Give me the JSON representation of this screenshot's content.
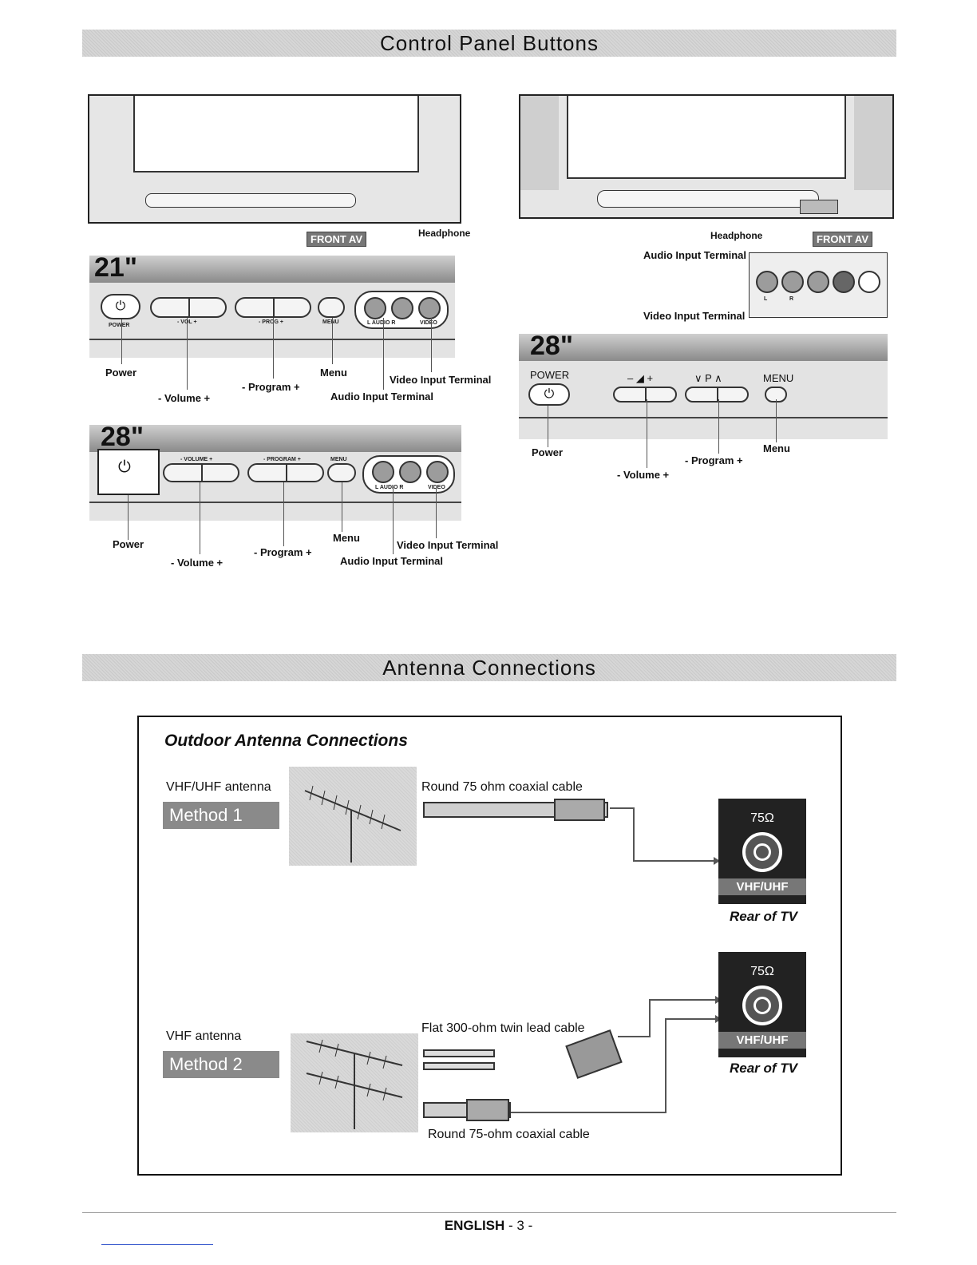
{
  "sections": {
    "control_panel_title": "Control Panel Buttons",
    "antenna_title": "Antenna Connections"
  },
  "panel21": {
    "size": "21\"",
    "front_av": "FRONT AV",
    "headphone": "Headphone",
    "power_small": "POWER",
    "vol_small": "- VOL +",
    "prog_small": "- PROG +",
    "menu_small": "MENU",
    "audio_small": "L  AUDIO  R",
    "video_small": "VIDEO",
    "labels": {
      "power": "Power",
      "volume": "- Volume +",
      "program": "- Program +",
      "menu": "Menu",
      "video_input": "Video Input Terminal",
      "audio_input": "Audio Input Terminal"
    }
  },
  "panel28a": {
    "size": "28\"",
    "vol_small": "- VOLUME +",
    "prog_small": "- PROGRAM +",
    "menu_small": "MENU",
    "audio_small": "L  AUDIO  R",
    "video_small": "VIDEO",
    "labels": {
      "power": "Power",
      "volume": "- Volume +",
      "program": "- Program +",
      "menu": "Menu",
      "video_input": "Video Input Terminal",
      "audio_input": "Audio Input Terminal"
    }
  },
  "panel28b": {
    "size": "28\"",
    "front_av": "FRONT AV",
    "headphone": "Headphone",
    "audio_input": "Audio Input Terminal",
    "video_input": "Video Input Terminal",
    "jack_l": "L",
    "jack_r": "R",
    "power_top": "POWER",
    "vol_symbols": "–  ◢  +",
    "prog_symbols": "∨  P  ∧",
    "menu_top": "MENU",
    "labels": {
      "power": "Power",
      "volume": "- Volume +",
      "program": "- Program +",
      "menu": "Menu"
    }
  },
  "antenna": {
    "box_title": "Outdoor Antenna Connections",
    "method1": {
      "antenna_label": "VHF/UHF antenna",
      "badge": "Method 1",
      "cable": "Round 75 ohm coaxial cable"
    },
    "method2": {
      "antenna_label": "VHF antenna",
      "badge": "Method 2",
      "cable_flat": "Flat 300-ohm twin lead cable",
      "cable_round": "Round 75-ohm coaxial cable"
    },
    "rear": {
      "ohm": "75Ω",
      "port": "VHF/UHF",
      "caption": "Rear of TV"
    }
  },
  "footer": {
    "language": "ENGLISH",
    "page": "- 3 -"
  }
}
